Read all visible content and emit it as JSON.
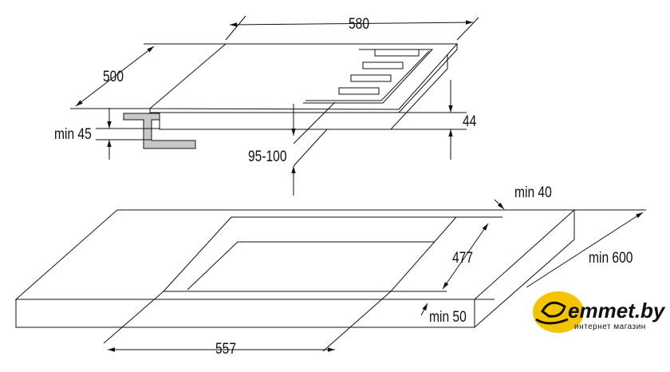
{
  "dimensions": {
    "hob_width": "580",
    "hob_depth": "500",
    "min_support": "min 45",
    "hob_height": "44",
    "cutout_offset": "95-100",
    "min_back": "min 40",
    "cutout_depth": "477",
    "worktop_depth": "min 600",
    "min_front": "min 50",
    "cutout_width": "557"
  },
  "logo": {
    "name": "emmet.by",
    "tagline": "интернет магазин",
    "color": "#f5c400"
  }
}
